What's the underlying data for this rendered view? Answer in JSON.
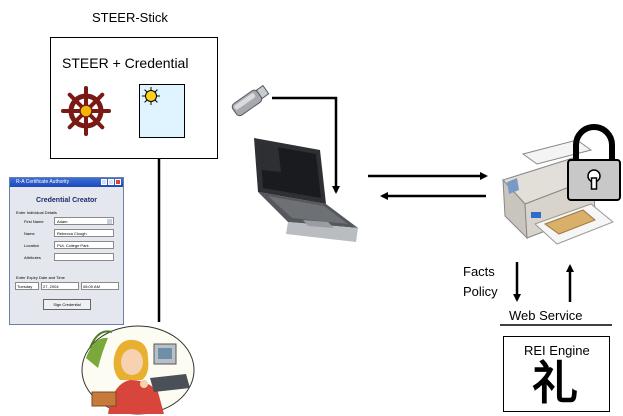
{
  "labels": {
    "steer_stick": "STEER-Stick",
    "steer_credential": "STEER + Credential",
    "facts": "Facts",
    "policy": "Policy",
    "web_service": "Web Service",
    "rei_engine": "REI Engine",
    "rei_glyph": "礼"
  },
  "credential_window": {
    "title": "R-A Certificate Authority",
    "heading": "Credential Creator",
    "section_details": "Enter Individual Details",
    "fields": [
      {
        "label": "First Name",
        "value": "Adam"
      },
      {
        "label": "Name",
        "value": "Rebecca Clough"
      },
      {
        "label": "Location",
        "value": "PUL College Park"
      },
      {
        "label": "Attributes",
        "value": ""
      }
    ],
    "section_expiry": "Enter Expiry Date and Time",
    "expiry": [
      "Tuesday",
      "27, 2004",
      "08:00 AM"
    ],
    "sign_button": "Sign Credential"
  },
  "icons": {
    "ship_wheel": "ship-wheel-icon",
    "credential_card": "credential-card-icon",
    "usb_stick": "usb-stick-icon",
    "laptop": "laptop-icon",
    "printer": "printer-icon",
    "padlock": "padlock-icon",
    "woman_at_desk": "woman-at-desk-icon"
  },
  "colors": {
    "wheel": "#7a1a14",
    "wheel_hub": "#f2b705",
    "card": "#dff4ff",
    "sun": "#ffd21a",
    "window_title": "#1e48b8"
  }
}
